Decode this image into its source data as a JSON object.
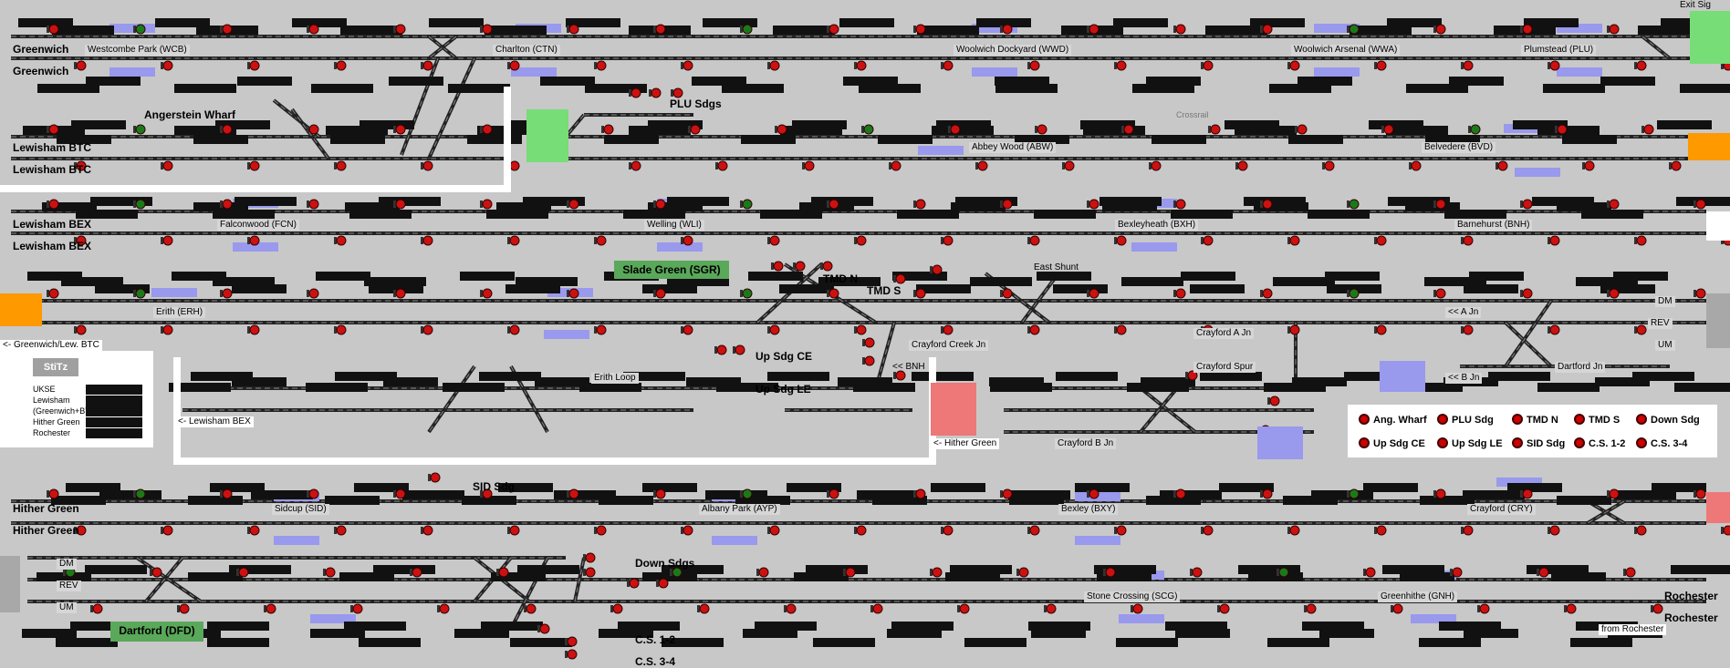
{
  "locations": {
    "greenwich_a": "Greenwich",
    "greenwich_b": "Greenwich",
    "westcombe_park": "Westcombe Park (WCB)",
    "charlton": "Charlton (CTN)",
    "woolwich_dockyard": "Woolwich Dockyard (WWD)",
    "woolwich_arsenal": "Woolwich Arsenal (WWA)",
    "plumstead": "Plumstead (PLU)",
    "exit_sig": "Exit Sig",
    "angerstein": "Angerstein Wharf",
    "plu_sdgs": "PLU Sdgs",
    "lewisham_btc_a": "Lewisham BTC",
    "lewisham_btc_b": "Lewisham BTC",
    "abbey_wood": "Abbey Wood (ABW)",
    "belvedere": "Belvedere (BVD)",
    "crossrail": "Crossrail",
    "lewisham_bex_a": "Lewisham BEX",
    "lewisham_bex_b": "Lewisham BEX",
    "falconwood": "Falconwood (FCN)",
    "welling": "Welling (WLI)",
    "bexleyheath": "Bexleyheath (BXH)",
    "barnehurst": "Barnehurst (BNH)",
    "slade_green": "Slade Green (SGR)",
    "tmd_n": "TMD N",
    "tmd_s": "TMD S",
    "east_shunt": "East Shunt",
    "erith": "Erith (ERH)",
    "greenwich_lew_btc": "<- Greenwich/Lew. BTC",
    "crayford_creek": "Crayford Creek Jn",
    "crayford_a": "Crayford A Jn",
    "a_jn": "<< A Jn",
    "dm": "DM",
    "rev": "REV",
    "um": "UM",
    "up_sdg_ce": "Up Sdg CE",
    "up_sdg_le": "Up Sdg LE",
    "bnh": "<< BNH",
    "erith_loop": "Erith Loop",
    "lewisham_bex_arrow": "<- Lewisham BEX",
    "crayford_spur": "Crayford Spur",
    "b_jn": "<< B Jn",
    "dartford_jn": "Dartford Jn",
    "hither_green_arrow": "<- Hither Green",
    "crayford_b": "Crayford B Jn",
    "hither_green_a": "Hither Green",
    "hither_green_b": "Hither Green",
    "sidcup": "Sidcup (SID)",
    "sid_sdg": "SID Sdg",
    "albany_park": "Albany Park (AYP)",
    "bexley": "Bexley (BXY)",
    "crayford": "Crayford (CRY)",
    "down_sdgs": "Down Sdgs",
    "dm2": "DM",
    "rev2": "REV",
    "um2": "UM",
    "dartford": "Dartford (DFD)",
    "stone_crossing": "Stone Crossing (SCG)",
    "greenhithe": "Greenhithe (GNH)",
    "rochester_a": "Rochester",
    "rochester_b": "Rochester",
    "from_rochester": "from Rochester",
    "cs12": "C.S. 1-2",
    "cs34": "C.S. 3-4"
  },
  "stitz": {
    "title": "StiTz",
    "rows": [
      "UKSE",
      "Lewisham",
      "(Greenwich+BTC+BEX)",
      "Hither Green",
      "Rochester"
    ]
  },
  "legend": [
    "Ang. Wharf",
    "PLU Sdg",
    "TMD N",
    "TMD S",
    "Down Sdg",
    "Up Sdg CE",
    "Up Sdg LE",
    "SID Sdg",
    "C.S. 1-2",
    "C.S. 3-4"
  ],
  "colors": {
    "background": "#c8c8c8",
    "track": "#222222",
    "signal_red": "#cc1111",
    "signal_green": "#1a7a1a",
    "berth": "#111111",
    "platform": "#9999ee",
    "siding_green": "#77dd77",
    "orange": "#ff9900",
    "pink": "#ee7777",
    "label_bg": "#5aa85a"
  }
}
